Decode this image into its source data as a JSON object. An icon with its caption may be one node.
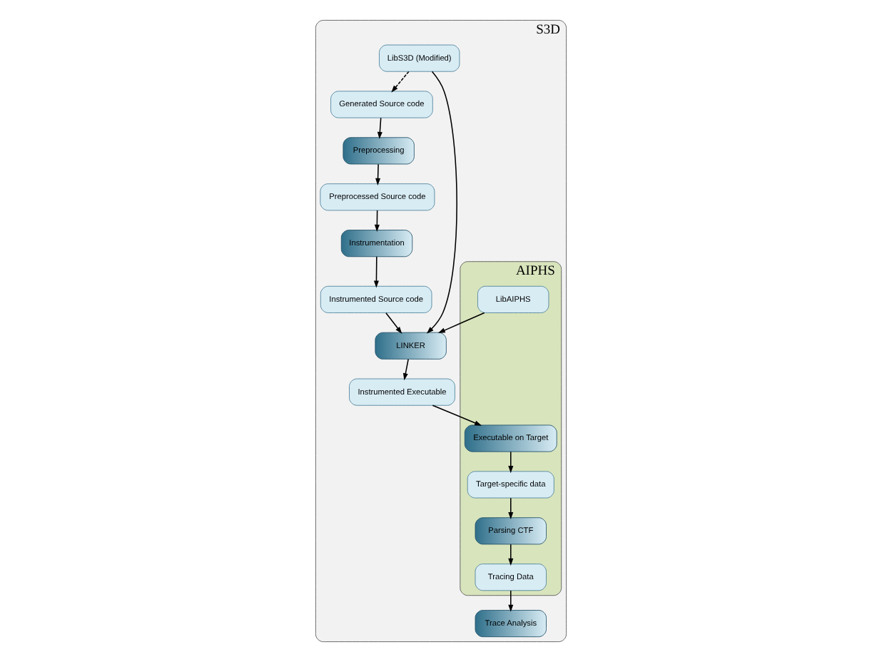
{
  "diagram": {
    "nodes": [
      {
        "text": [
          "S3D"
        ]
      },
      {
        "text": [
          "Generated Source code"
        ],
        "in": 0
      },
      {
        "text": [
          "Preprocessing"
        ],
        "in": 0
      },
      {
        "text": [
          "Preprocessed Source code"
        ],
        "in": 0
      },
      {
        "text": [
          "LibS3D (Modified)"
        ],
        "in": 0
      },
      {
        "text": [
          "Instrumented Source code"
        ],
        "in": 0
      },
      {
        "text": [
          "Instrumentation"
        ],
        "in": 0
      },
      {
        "text": [
          "LINKER"
        ],
        "in": 0
      },
      {
        "text": [
          "AIPHS"
        ],
        "in": 0
      },
      {
        "text": [
          "LibAIPHS"
        ],
        "in": 8
      },
      {
        "text": [
          "Instrumented Executable"
        ],
        "in": 0
      },
      {
        "text": [
          "Executable on Target"
        ],
        "in": 8
      },
      {
        "text": [
          "Target-specific data"
        ],
        "in": 8
      },
      {
        "text": [
          "Trace Analysis"
        ],
        "in": 0
      },
      {
        "text": [
          "Tracing Data"
        ],
        "in": 8
      },
      {
        "text": [
          "Parsing CTF"
        ],
        "in": 8
      }
    ],
    "edges": [
      {
        "from": 1,
        "to": 2,
        "arrow": "to"
      },
      {
        "from": 2,
        "to": 3,
        "arrow": "to"
      },
      {
        "from": 3,
        "to": 6,
        "arrow": "to"
      },
      {
        "from": 6,
        "to": 5,
        "arrow": "to"
      },
      {
        "from": 4,
        "to": 1,
        "arrow": "to",
        "style": "dashed"
      },
      {
        "from": 4,
        "to": 7,
        "arrow": "to"
      },
      {
        "from": 5,
        "to": 7,
        "arrow": "to"
      },
      {
        "from": 9,
        "to": 7,
        "arrow": "to"
      },
      {
        "from": 7,
        "to": 10,
        "arrow": "to"
      },
      {
        "from": 10,
        "to": 11,
        "arrow": "to"
      },
      {
        "from": 11,
        "to": 12,
        "arrow": "to"
      },
      {
        "from": 12,
        "to": 15,
        "arrow": "to"
      },
      {
        "from": 15,
        "to": 14,
        "arrow": "to"
      },
      {
        "from": 14,
        "to": 13,
        "arrow": "to"
      }
    ]
  }
}
